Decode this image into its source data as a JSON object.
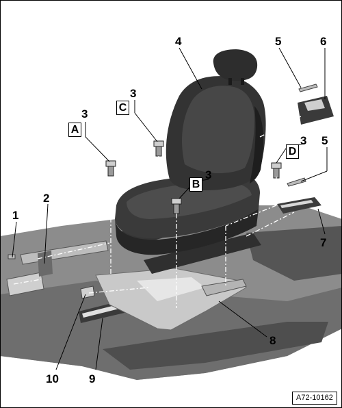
{
  "callouts": {
    "c1": "1",
    "c2": "2",
    "c3a": "3",
    "c3b": "3",
    "c3c": "3",
    "c3d": "3",
    "c4": "4",
    "c5a": "5",
    "c5b": "5",
    "c6": "6",
    "c7": "7",
    "c8": "8",
    "c9": "9",
    "c10": "10"
  },
  "detail_labels": {
    "a": "A",
    "b": "B",
    "c": "C",
    "d": "D"
  },
  "figure_id": "A72-10162",
  "colors": {
    "floor": "#8f8f8f",
    "floor_dark": "#575757",
    "seat_dark": "#2a2a2a",
    "seat_mid": "#4a4a4a",
    "rail_light": "#d9d9d9",
    "leader": "#000000"
  }
}
